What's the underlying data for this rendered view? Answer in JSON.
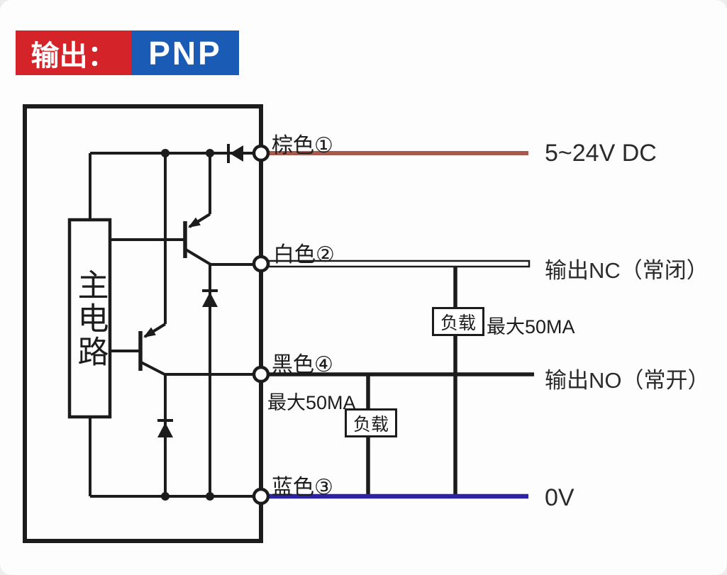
{
  "header": {
    "output_label": "输出：",
    "type_label": "PNP"
  },
  "main_block": {
    "label": "主电路"
  },
  "wires": [
    {
      "name": "brown",
      "label": "棕色①",
      "terminal_label": "5~24V DC",
      "color": "#a8594c"
    },
    {
      "name": "white",
      "label": "白色②",
      "terminal_label": "输出NC（常闭）",
      "color": "#ffffff"
    },
    {
      "name": "black",
      "label": "黑色④",
      "terminal_label": "输出NO（常开）",
      "color": "#1c1c1c"
    },
    {
      "name": "blue",
      "label": "蓝色③",
      "terminal_label": "0V",
      "color": "#2b23a4"
    }
  ],
  "loads": {
    "nc": {
      "label": "负载",
      "max": "最大50MA"
    },
    "no": {
      "label": "负载",
      "max": "最大50MA"
    }
  },
  "colors": {
    "badge_red": "#d5232a",
    "badge_blue": "#1a5cb5",
    "line": "#1c1c1c",
    "brown_wire": "#a8594c",
    "blue_wire": "#2b23a4"
  }
}
